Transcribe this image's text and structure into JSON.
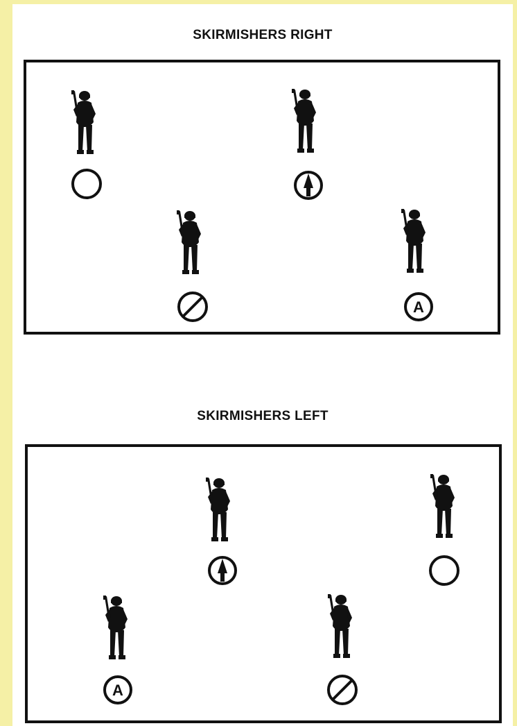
{
  "diagrams": [
    {
      "title": "SKIRMISHERS RIGHT",
      "soldiers": [
        {
          "symbol": "circle"
        },
        {
          "symbol": "arrow"
        },
        {
          "symbol": "slash"
        },
        {
          "symbol": "letter",
          "letter": "A"
        }
      ]
    },
    {
      "title": "SKIRMISHERS LEFT",
      "soldiers": [
        {
          "symbol": "arrow"
        },
        {
          "symbol": "circle"
        },
        {
          "symbol": "letter",
          "letter": "A"
        },
        {
          "symbol": "slash"
        }
      ]
    }
  ],
  "colors": {
    "ink": "#111111",
    "paper": "#ffffff",
    "background": "#f5f0a6"
  }
}
